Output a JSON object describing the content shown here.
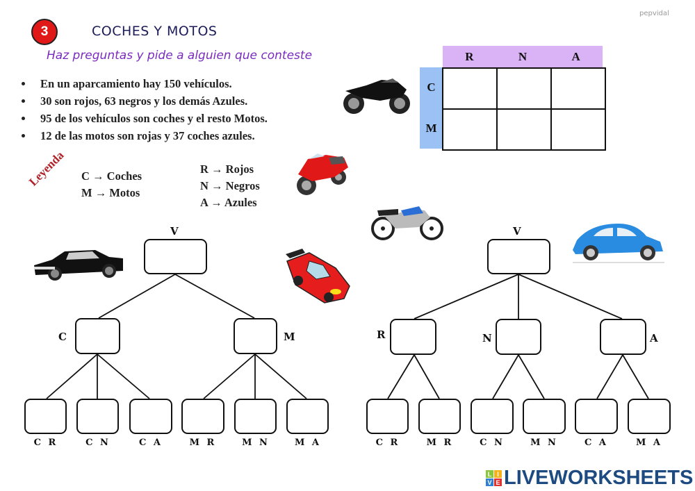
{
  "header": {
    "number": "3",
    "title": "COCHES Y MOTOS",
    "subtitle": "Haz preguntas y pide a alguien que conteste",
    "author": "pepvidal"
  },
  "facts": [
    "En un aparcamiento hay 150 vehículos.",
    "30 son rojos, 63 negros y los demás Azules.",
    " 95 de los vehículos son coches y el resto Motos.",
    " 12 de las motos son rojas y 37 coches azules."
  ],
  "legend": {
    "title": "Leyenda",
    "left": [
      "C → Coches",
      "M → Motos"
    ],
    "right": [
      "R → Rojos",
      "N → Negros",
      "A → Azules"
    ]
  },
  "table": {
    "columns": [
      "R",
      "N",
      "A"
    ],
    "rows": [
      "C",
      "M"
    ],
    "cells": [
      [
        "",
        "",
        ""
      ],
      [
        "",
        "",
        ""
      ]
    ],
    "header_color": "#d9b3f5",
    "side_color": "#9cc2f5"
  },
  "tree_left": {
    "root": {
      "label": "V",
      "value": ""
    },
    "level1": [
      {
        "label": "C",
        "value": ""
      },
      {
        "label": "M",
        "value": ""
      }
    ],
    "leaves": [
      {
        "label": "C R",
        "value": ""
      },
      {
        "label": "C N",
        "value": ""
      },
      {
        "label": "C A",
        "value": ""
      },
      {
        "label": "M R",
        "value": ""
      },
      {
        "label": "M N",
        "value": ""
      },
      {
        "label": "M A",
        "value": ""
      }
    ]
  },
  "tree_right": {
    "root": {
      "label": "V",
      "value": ""
    },
    "level1": [
      {
        "label": "R",
        "value": ""
      },
      {
        "label": "N",
        "value": ""
      },
      {
        "label": "A",
        "value": ""
      }
    ],
    "leaves": [
      {
        "label": "C R",
        "value": ""
      },
      {
        "label": "M R",
        "value": ""
      },
      {
        "label": "C N",
        "value": ""
      },
      {
        "label": "M N",
        "value": ""
      },
      {
        "label": "C A",
        "value": ""
      },
      {
        "label": "M A",
        "value": ""
      }
    ]
  },
  "images": [
    "black-motorcycle",
    "red-motorcycle",
    "blue-motorcycle",
    "black-car",
    "red-sports-car",
    "blue-beetle-car"
  ],
  "footer": {
    "logo_tiles": [
      "L",
      "I",
      "V",
      "E"
    ],
    "logo_colors": [
      "#8cc63f",
      "#f7b21b",
      "#2f80d1",
      "#e0322e"
    ],
    "brand": "LIVEWORKSHEETS"
  }
}
